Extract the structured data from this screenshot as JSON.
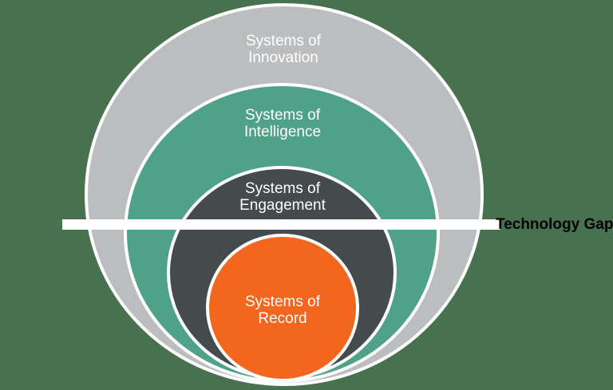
{
  "diagram": {
    "rings": [
      {
        "name": "innovation",
        "label": "Systems of Innovation"
      },
      {
        "name": "intelligence",
        "label": "Systems of Intelligence"
      },
      {
        "name": "engagement",
        "label": "Systems of Engagement"
      },
      {
        "name": "record",
        "label": "Systems of Record"
      }
    ],
    "gap": {
      "label": "Technology Gap"
    },
    "colors": {
      "background": "#48714f",
      "ring_innovation": "#bcbdbe",
      "ring_intelligence": "#4fa287",
      "ring_engagement": "#454b4d",
      "ring_record": "#f3661e",
      "outline": "#ffffff",
      "gap_line": "#ffffff",
      "gap_text": "#000000",
      "label_text": "#ffffff"
    }
  }
}
